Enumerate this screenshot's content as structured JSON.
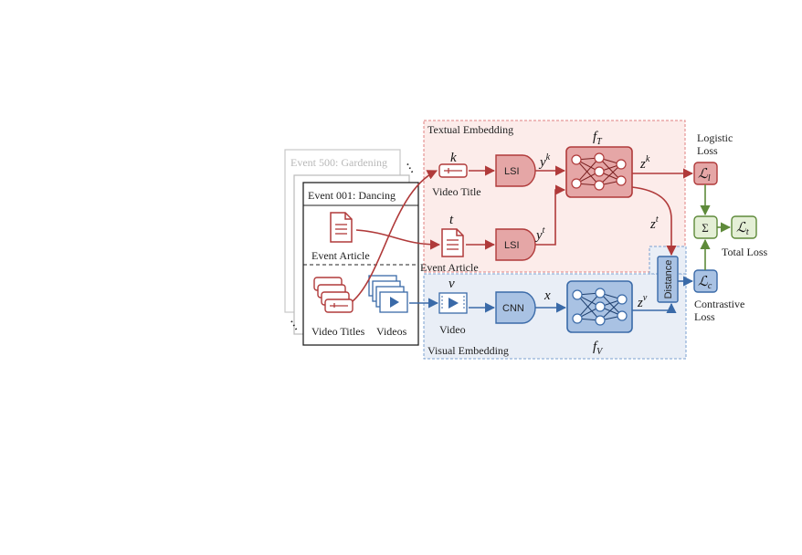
{
  "events": {
    "back": "Event 500: Gardening",
    "front": "Event 001: Dancing",
    "event_article": "Event Article",
    "video_titles": "Video Titles",
    "videos": "Videos"
  },
  "textual": {
    "panel_label": "Textual Embedding",
    "k": "k",
    "video_title": "Video Title",
    "t": "t",
    "event_article": "Event Article",
    "lsi": "LSI",
    "y": "y",
    "sup_k": "k",
    "sup_t": "t",
    "f": "f",
    "f_sub": "T",
    "z": "z"
  },
  "visual": {
    "panel_label": "Visual Embedding",
    "v": "v",
    "video": "Video",
    "cnn": "CNN",
    "x": "x",
    "f": "f",
    "f_sub": "V",
    "z": "z",
    "sup_v": "v"
  },
  "distance": "Distance",
  "losses": {
    "logistic_line1": "Logistic",
    "logistic_line2": "Loss",
    "L": "ℒ",
    "l_sub": "l",
    "c_sub": "c",
    "t_sub": "t",
    "sigma": "Σ",
    "total": "Total Loss",
    "contrastive_line1": "Contrastive",
    "contrastive_line2": "Loss"
  },
  "colors": {
    "red": "#b03a3a",
    "red_fill": "#e5a6a6",
    "red_panel": "#fcecea",
    "blue": "#3a6aa8",
    "blue_fill": "#a9c2e3",
    "blue_panel": "#e9eef6",
    "green": "#5e8a3a",
    "green_fill": "#e4efd6"
  }
}
